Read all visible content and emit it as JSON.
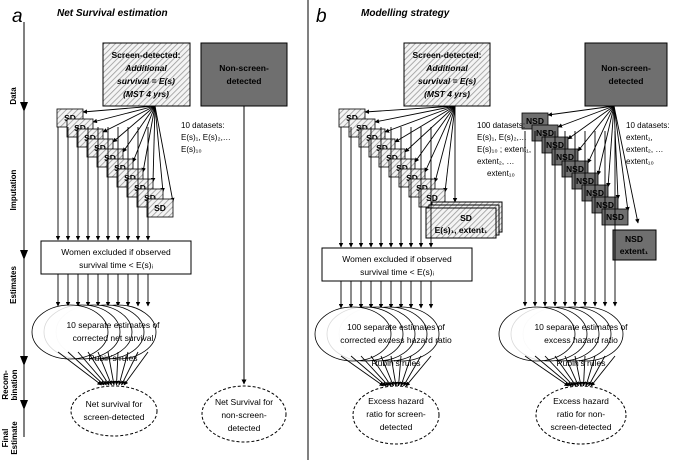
{
  "panel_a": {
    "letter": "a",
    "title": "Net Survival estimation",
    "sd_box": [
      "Screen-detected:",
      "Additional",
      "survival = E(s)",
      "(MST 4 yrs)"
    ],
    "nsd_box": [
      "Non-screen-",
      "detected"
    ],
    "sd_small_label": "SD",
    "datasets_note": [
      "10 datasets:",
      "E(s)₁, E(s)₂,…",
      "E(s)₁₀"
    ],
    "exclusion_box": [
      "Women excluded if observed",
      "survival time < E(s)ᵢ"
    ],
    "estimates_ellipse": [
      "10 separate estimates of",
      "corrected net survival"
    ],
    "rubins": "Rubin’s rules",
    "final_sd": [
      "Net survival for",
      "screen-detected"
    ],
    "final_nsd": [
      "Net Survival for",
      "non-screen-",
      "detected"
    ]
  },
  "panel_b": {
    "letter": "b",
    "title": "Modelling strategy",
    "sd_box": [
      "Screen-detected:",
      "Additional",
      "survival = E(s)",
      "(MST 4 yrs)"
    ],
    "nsd_box": [
      "Non-screen-",
      "detected"
    ],
    "sd_small_label": "SD",
    "sd_last_box": [
      "SD",
      "E(s)₁, extent₁"
    ],
    "nsd_small_label": "NSD",
    "nsd_last_box": [
      "NSD",
      "extent₁"
    ],
    "datasets_note_sd": [
      "100 datasets:",
      "E(s)₁, E(s)₂,…",
      "E(s)₁₀ ; extent₁,",
      "extent₂, …",
      "extent₁₀"
    ],
    "datasets_note_nsd": [
      "10 datasets:",
      "extent₁,",
      "extent₂, …",
      "extent₁₀"
    ],
    "exclusion_box": [
      "Women excluded if observed",
      "survival time < E(s)ᵢ"
    ],
    "estimates_sd": [
      "100 separate estimates of",
      "corrected excess hazard ratio"
    ],
    "estimates_nsd": [
      "10 separate estimates of",
      "excess hazard ratio"
    ],
    "rubins": "Rubin’s rules",
    "final_sd": [
      "Excess hazard",
      "ratio for screen-",
      "detected"
    ],
    "final_nsd": [
      "Excess hazard",
      "ratio for non-",
      "screen-detected"
    ]
  },
  "rows": {
    "data": "Data",
    "imputation": "Imputation",
    "estimates": "Estimates",
    "recombination": [
      "Recom-",
      "bination"
    ],
    "final": [
      "Final",
      "Estimate"
    ]
  },
  "colors": {
    "nsd_fill": "#6f6f6f",
    "hatch": "#9a9a9a",
    "line": "#000000"
  }
}
